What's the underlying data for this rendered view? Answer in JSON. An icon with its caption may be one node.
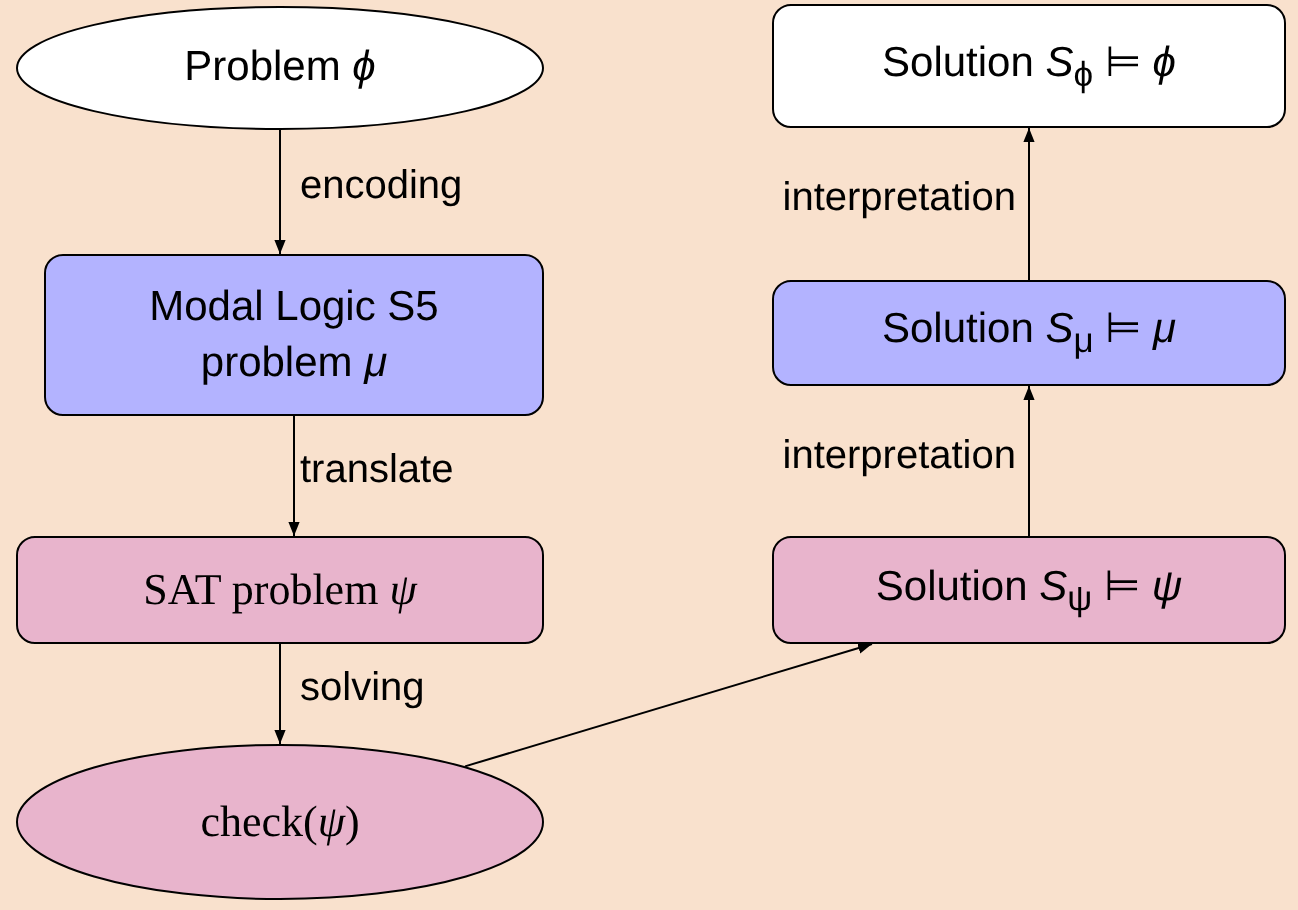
{
  "diagram": {
    "nodes": [
      {
        "text": [
          "Problem *ϕ*"
        ]
      },
      {
        "text": [
          "Modal Logic S5 problem *μ*"
        ]
      },
      {
        "text": [
          "SAT problem *ψ*"
        ]
      },
      {
        "text": [
          "check(*ψ*)"
        ]
      },
      {
        "text": [
          "Solution *S*$_{ϕ}$ ⊨ *ϕ*"
        ]
      },
      {
        "text": [
          "Solution *S*$_{μ}$ ⊨ *μ*"
        ]
      },
      {
        "text": [
          "Solution *S*$_{ψ}$ ⊨ *ψ*"
        ]
      }
    ],
    "edges": [
      {
        "from": 0,
        "to": 1,
        "arrow": "to",
        "label": "encoding"
      },
      {
        "from": 1,
        "to": 2,
        "arrow": "to",
        "label": "translate"
      },
      {
        "from": 2,
        "to": 3,
        "arrow": "to",
        "label": "solving"
      },
      {
        "from": 3,
        "to": 6,
        "arrow": "to"
      },
      {
        "from": 6,
        "to": 5,
        "arrow": "to",
        "label": "interpretation"
      },
      {
        "from": 5,
        "to": 4,
        "arrow": "to",
        "label": "interpretation"
      }
    ]
  }
}
